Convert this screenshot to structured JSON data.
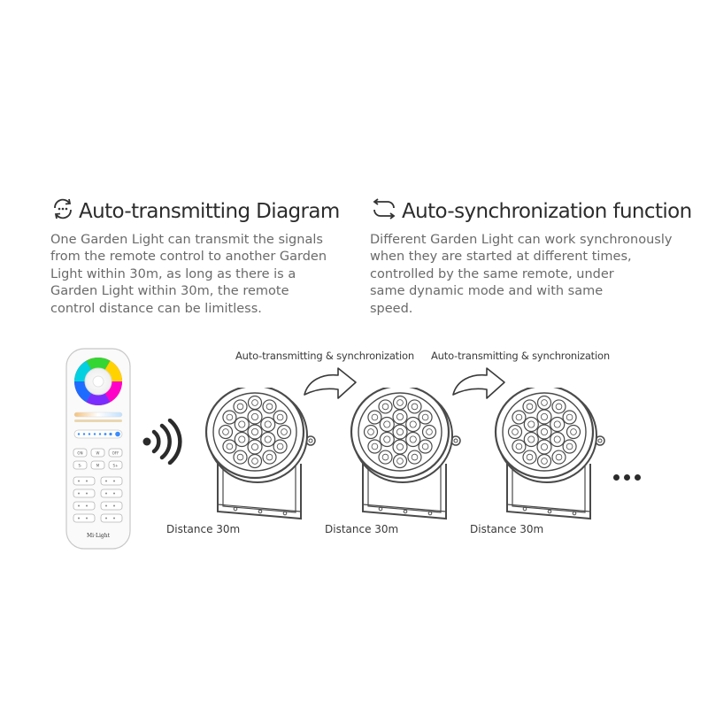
{
  "left": {
    "heading": "Auto-transmitting Diagram",
    "icon": "refresh-arrows-dots-icon",
    "lines": [
      "One Garden Light can transmit the signals",
      "from the remote control to another Garden",
      "Light within 30m, as long as there is a",
      "Garden Light within 30m, the remote",
      "control distance can be limitless."
    ]
  },
  "right": {
    "heading": "Auto-synchronization function",
    "icon": "sync-arrows-icon",
    "lines": [
      "Different Garden Light can work synchronously",
      "when they are started at different times,",
      "controlled by the same remote, under",
      "same dynamic mode and with same",
      "speed."
    ]
  },
  "diagram": {
    "arrow_captions": [
      "Auto-transmitting & synchronization",
      "Auto-transmitting & synchronization"
    ],
    "distance_labels": [
      "Distance 30m",
      "Distance 30m",
      "Distance 30m"
    ],
    "remote_brand": "Mi·Light",
    "remote_buttons": [
      "ON",
      "W",
      "OFF",
      "S-",
      "M",
      "S+"
    ]
  },
  "colors": {
    "heading": "#2c2c2c",
    "body": "#6a6a6a",
    "line_art": "#4a4a4a"
  }
}
